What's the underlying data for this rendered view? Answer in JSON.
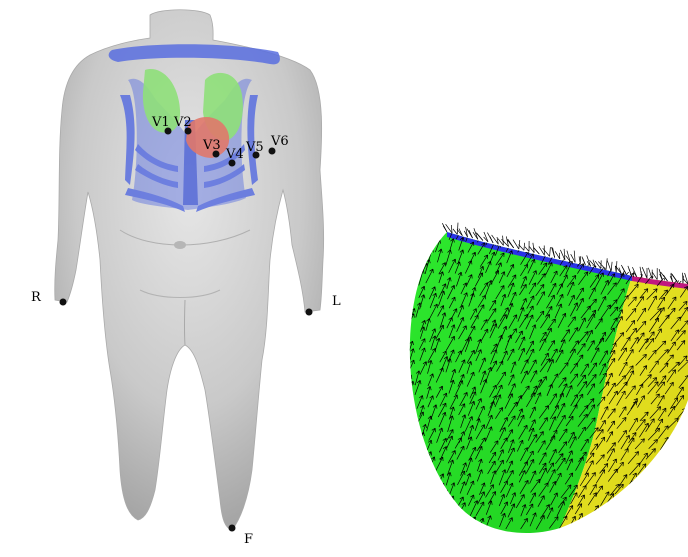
{
  "torso_panel": {
    "precordial_electrodes": [
      "V1",
      "V2",
      "V3",
      "V4",
      "V5",
      "V6"
    ],
    "limb_electrodes": [
      "R",
      "L",
      "F"
    ],
    "colors": {
      "body": "#c8c8c8",
      "ribcage": "#5a6fe0",
      "lungs": "#8fe07a",
      "heart": "#e0786a",
      "electrode": "#111111"
    }
  },
  "heart_panel": {
    "colors": {
      "left_region": "#22dd22",
      "right_region": "#e3df1c",
      "base_band": "#2a33e8",
      "base_band_right": "#c01880",
      "fiber_arrows": "#000000"
    }
  }
}
